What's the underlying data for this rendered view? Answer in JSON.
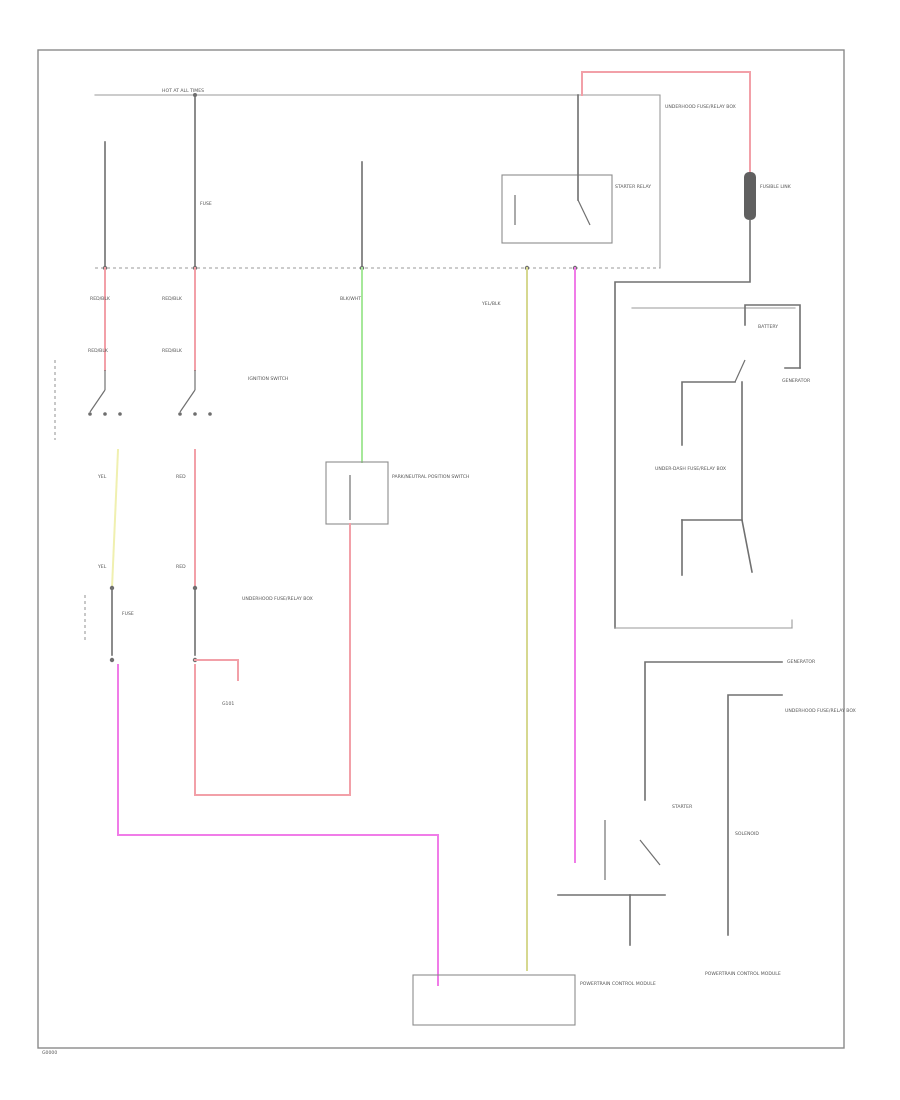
{
  "colors": {
    "red": "#f2a0a8",
    "pink": "#f07ce8",
    "yellow": "#f0f0b0",
    "green": "#a6e89a",
    "olive": "#d6d890",
    "black": "#707070",
    "frame": "#8a8a8a"
  },
  "labels": {
    "hot_bus": "HOT AT ALL TIMES",
    "fuse_left": "FUSE",
    "ignition_switch": "IGNITION SWITCH",
    "park_neutral_switch": "PARK/NEUTRAL POSITION SWITCH",
    "underhood_fuse": "UNDERHOOD FUSE/RELAY BOX",
    "starter_relay": "STARTER RELAY",
    "fusible_link": "FUSIBLE LINK",
    "battery": "BATTERY",
    "generator": "GENERATOR",
    "underdash_fuse": "UNDER-DASH FUSE/RELAY BOX",
    "starter": "STARTER",
    "pcm": "POWERTRAIN CONTROL MODULE",
    "solenoid": "SOLENOID",
    "ground": "G101",
    "figure_id": "G0000"
  }
}
